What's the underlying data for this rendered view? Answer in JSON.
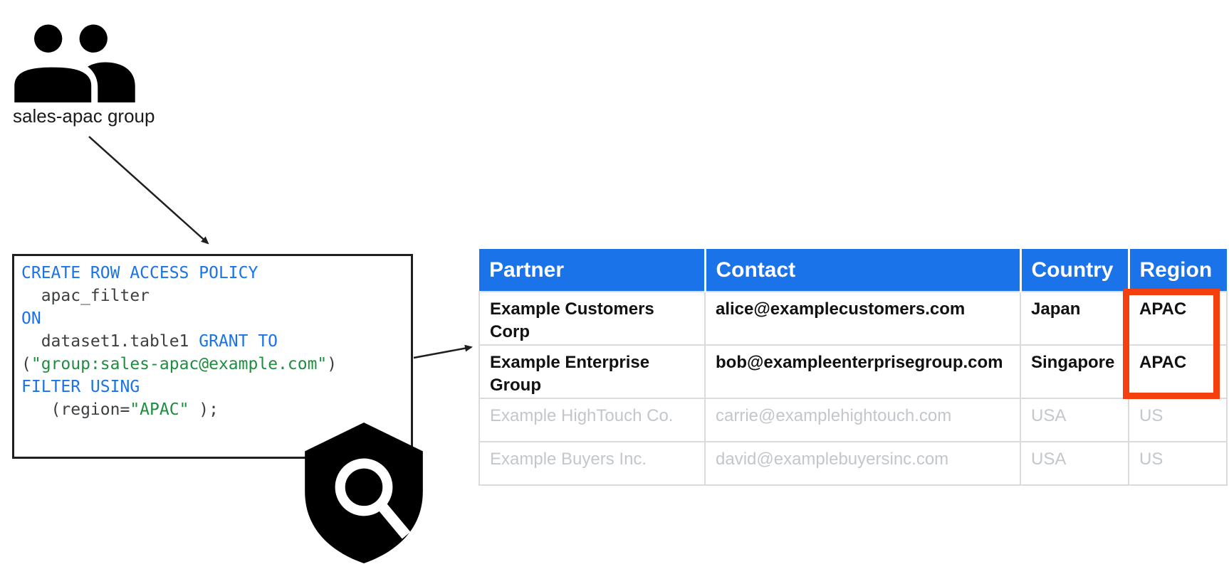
{
  "group": {
    "label": "sales-apac group",
    "icon": "group-icon"
  },
  "code": {
    "icon": "shield-search-icon",
    "lines": [
      [
        {
          "t": "CREATE ROW ACCESS POLICY",
          "c": "kw"
        }
      ],
      [
        {
          "t": "  apac_filter",
          "c": "id"
        }
      ],
      [
        {
          "t": "ON",
          "c": "kw"
        }
      ],
      [
        {
          "t": "  dataset1.table1 ",
          "c": "id"
        },
        {
          "t": "GRANT TO",
          "c": "kw"
        }
      ],
      [
        {
          "t": "(",
          "c": "id"
        },
        {
          "t": "\"group:sales-apac@example.com\"",
          "c": "str"
        },
        {
          "t": ")",
          "c": "id"
        }
      ],
      [
        {
          "t": "FILTER USING",
          "c": "kw"
        }
      ],
      [
        {
          "t": "   (region=",
          "c": "id"
        },
        {
          "t": "\"APAC\"",
          "c": "str"
        },
        {
          "t": " );",
          "c": "id"
        }
      ]
    ]
  },
  "table": {
    "headers": [
      "Partner",
      "Contact",
      "Country",
      "Region"
    ],
    "rows": [
      {
        "cells": [
          "Example Customers Corp",
          "alice@examplecustomers.com",
          "Japan",
          "APAC"
        ],
        "muted": false
      },
      {
        "cells": [
          "Example Enterprise Group",
          "bob@exampleenterprisegroup.com",
          "Singapore",
          "APAC"
        ],
        "muted": false
      },
      {
        "cells": [
          "Example HighTouch Co.",
          "carrie@examplehightouch.com",
          "USA",
          "US"
        ],
        "muted": true
      },
      {
        "cells": [
          "Example Buyers Inc.",
          "david@examplebuyersinc.com",
          "USA",
          "US"
        ],
        "muted": true
      }
    ]
  },
  "colors": {
    "header_bg": "#1a73e8",
    "keyword": "#1a73e8",
    "string": "#1e8e3e",
    "code_text": "#3c4043",
    "muted_text": "#c3c7cb",
    "grid_line": "#d9dbde",
    "highlight": "#f4400e",
    "arrow": "#1f1f1f",
    "icon": "#000000"
  }
}
